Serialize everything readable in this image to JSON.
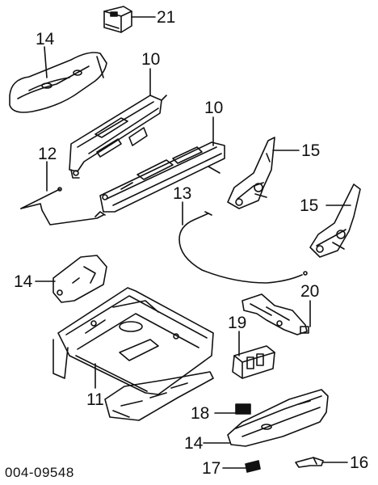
{
  "diagram": {
    "callouts": [
      {
        "id": "c21",
        "label": "21"
      },
      {
        "id": "c14a",
        "label": "14"
      },
      {
        "id": "c10a",
        "label": "10"
      },
      {
        "id": "c10b",
        "label": "10"
      },
      {
        "id": "c12",
        "label": "12"
      },
      {
        "id": "c15a",
        "label": "15"
      },
      {
        "id": "c13",
        "label": "13"
      },
      {
        "id": "c15b",
        "label": "15"
      },
      {
        "id": "c14b",
        "label": "14"
      },
      {
        "id": "c20",
        "label": "20"
      },
      {
        "id": "c19",
        "label": "19"
      },
      {
        "id": "c11",
        "label": "11"
      },
      {
        "id": "c18",
        "label": "18"
      },
      {
        "id": "c14c",
        "label": "14"
      },
      {
        "id": "c17",
        "label": "17"
      },
      {
        "id": "c16",
        "label": "16"
      }
    ],
    "document_number": "004-09548"
  }
}
